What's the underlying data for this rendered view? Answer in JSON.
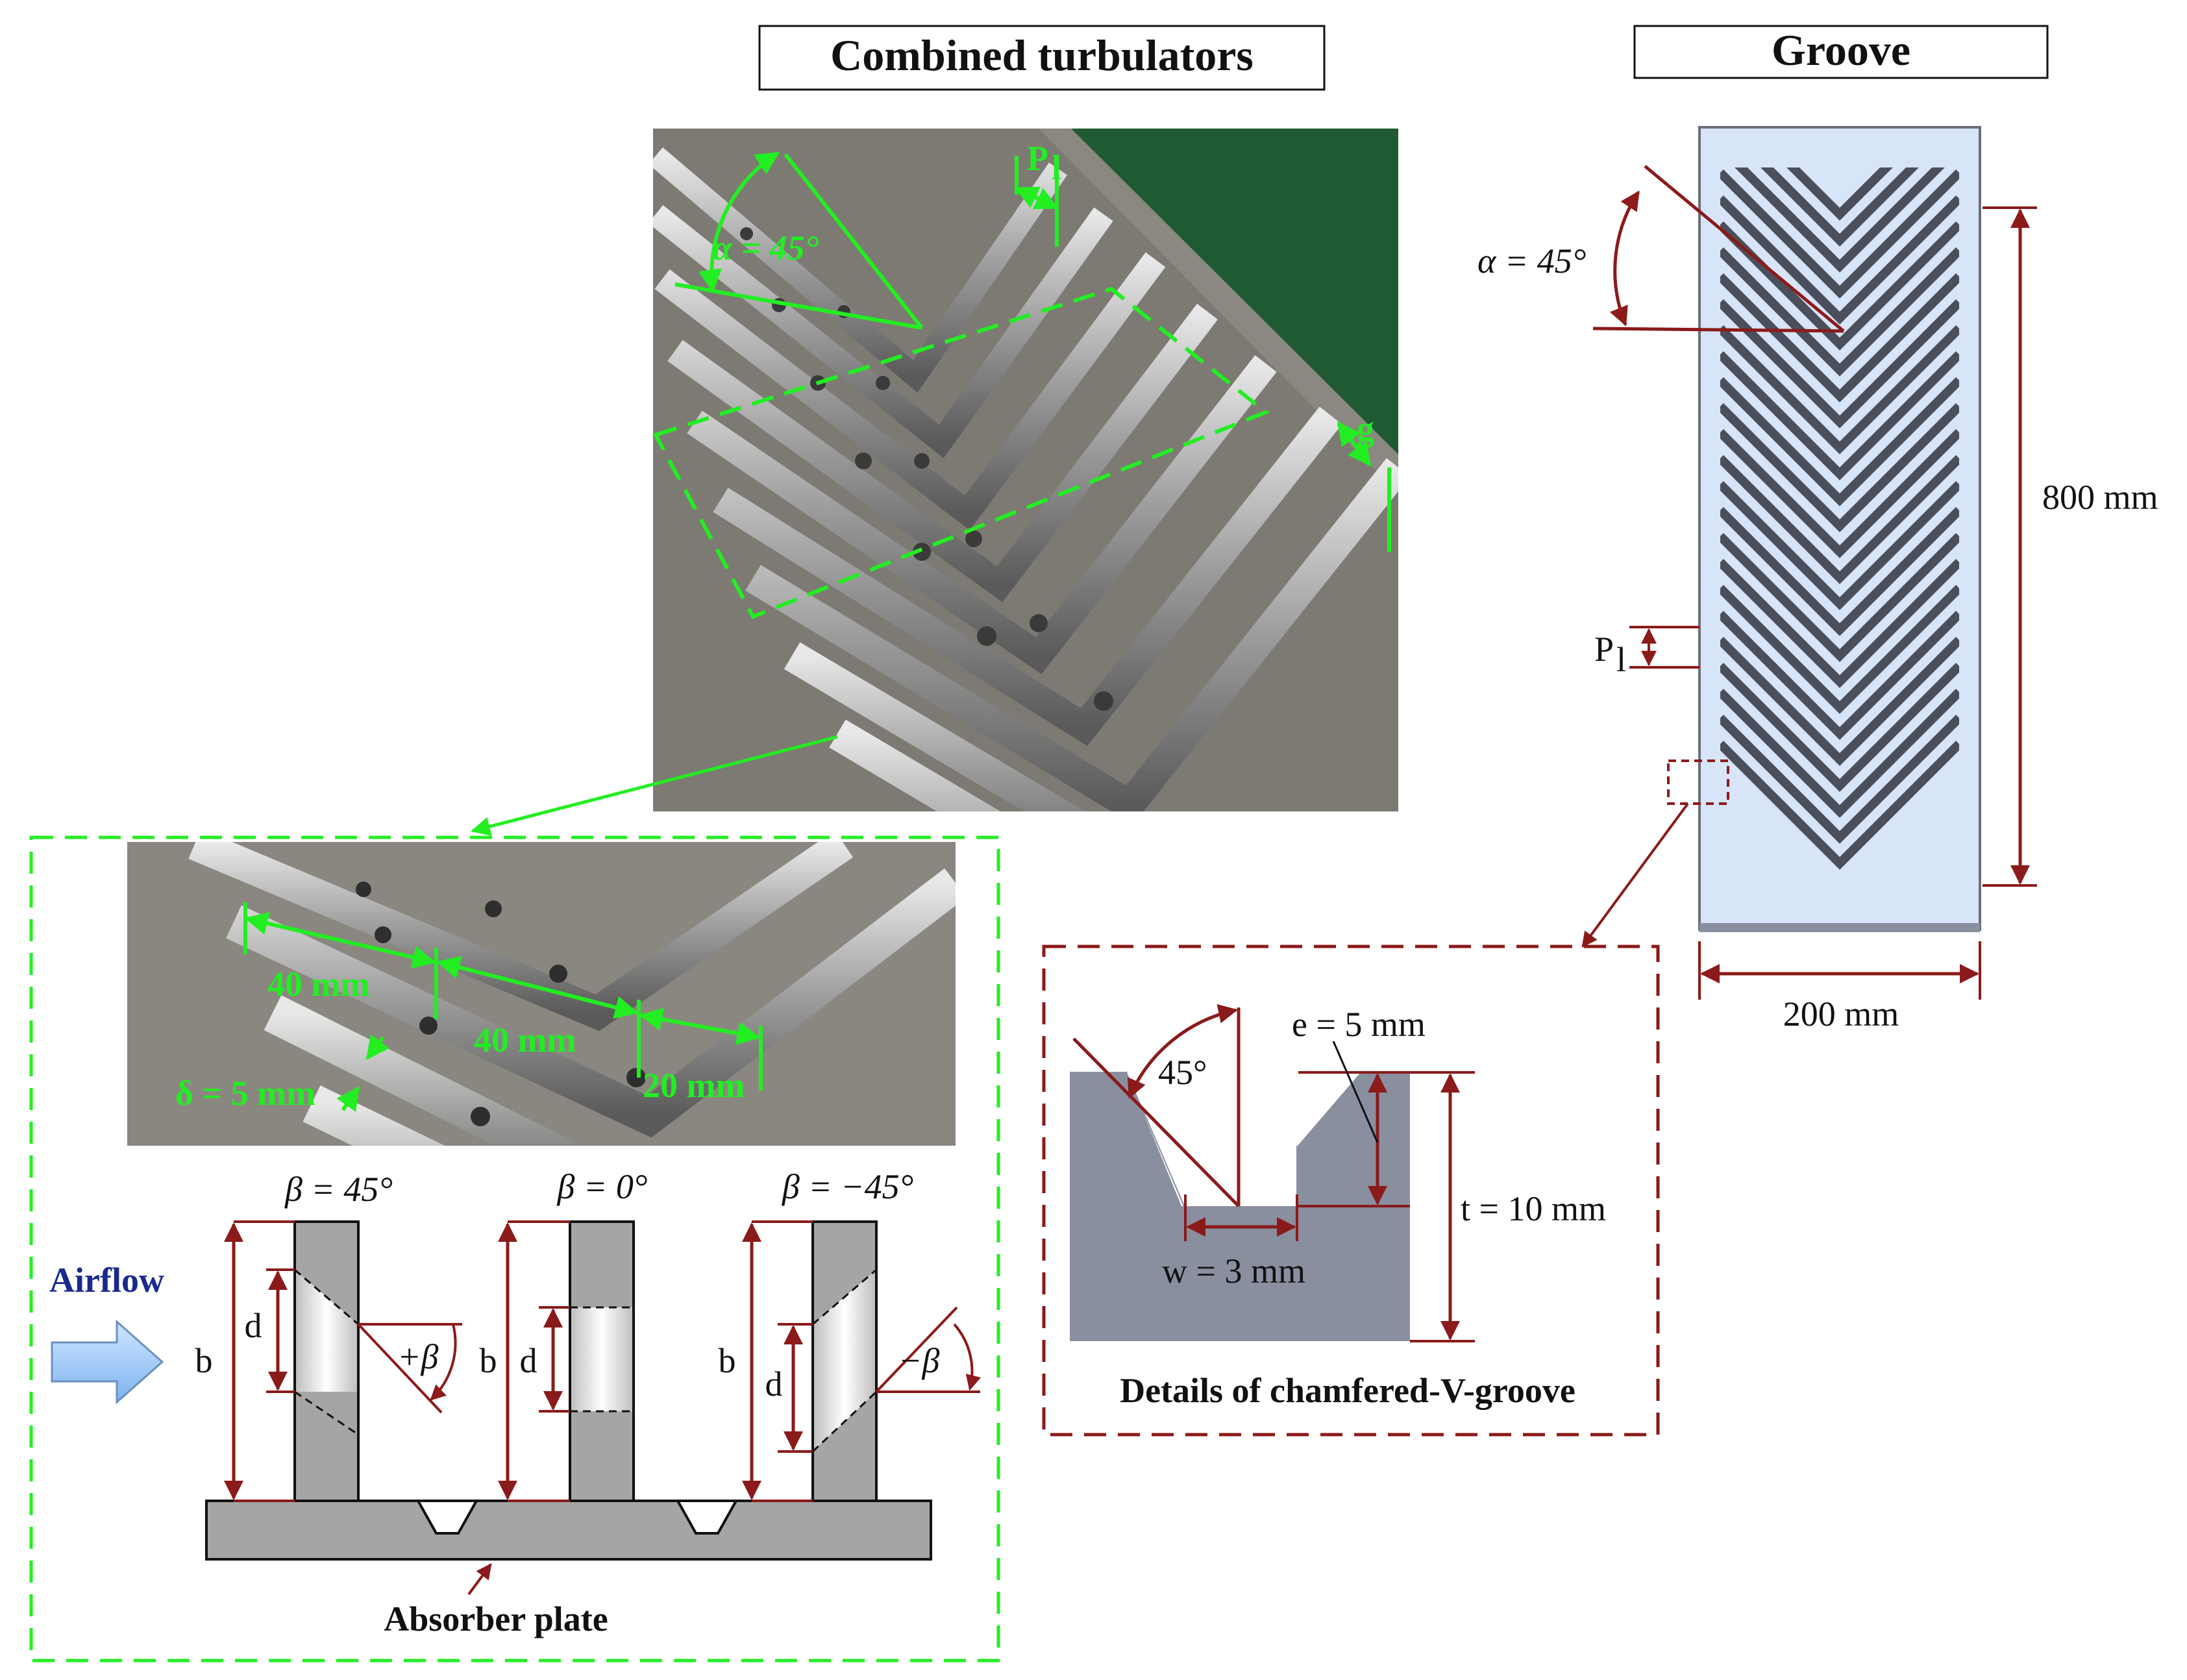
{
  "titles": {
    "combined": "Combined turbulators",
    "groove": "Groove"
  },
  "photo_top": {
    "alpha": "α = 45°",
    "pl": "P",
    "pl_sub": "l",
    "g": "g"
  },
  "photo_zoom": {
    "dim_a": "40 mm",
    "dim_b": "40 mm",
    "dim_c": "20 mm",
    "delta": "δ = 5 mm"
  },
  "baffles": {
    "beta_pos": "β = 45°",
    "beta_zero": "β = 0°",
    "beta_neg": "β = −45°",
    "b": "b",
    "d": "d",
    "plus_beta": "+β",
    "minus_beta": "−β",
    "airflow": "Airflow",
    "absorber": "Absorber plate"
  },
  "groove_plate": {
    "alpha": "α = 45°",
    "length": "800 mm",
    "width": "200 mm",
    "pl": "P",
    "pl_sub": "l"
  },
  "groove_detail": {
    "angle": "45°",
    "e": "e = 5 mm",
    "t": "t = 10 mm",
    "w": "w = 3 mm",
    "caption": "Details of chamfered-V-groove"
  },
  "colors": {
    "green": "#22ee22",
    "darkred": "#8b1a1a",
    "gray": "#a5a5a5",
    "plate": "#d8e4f7",
    "slate": "#8a8fa0",
    "navy": "#1a2a8c"
  }
}
